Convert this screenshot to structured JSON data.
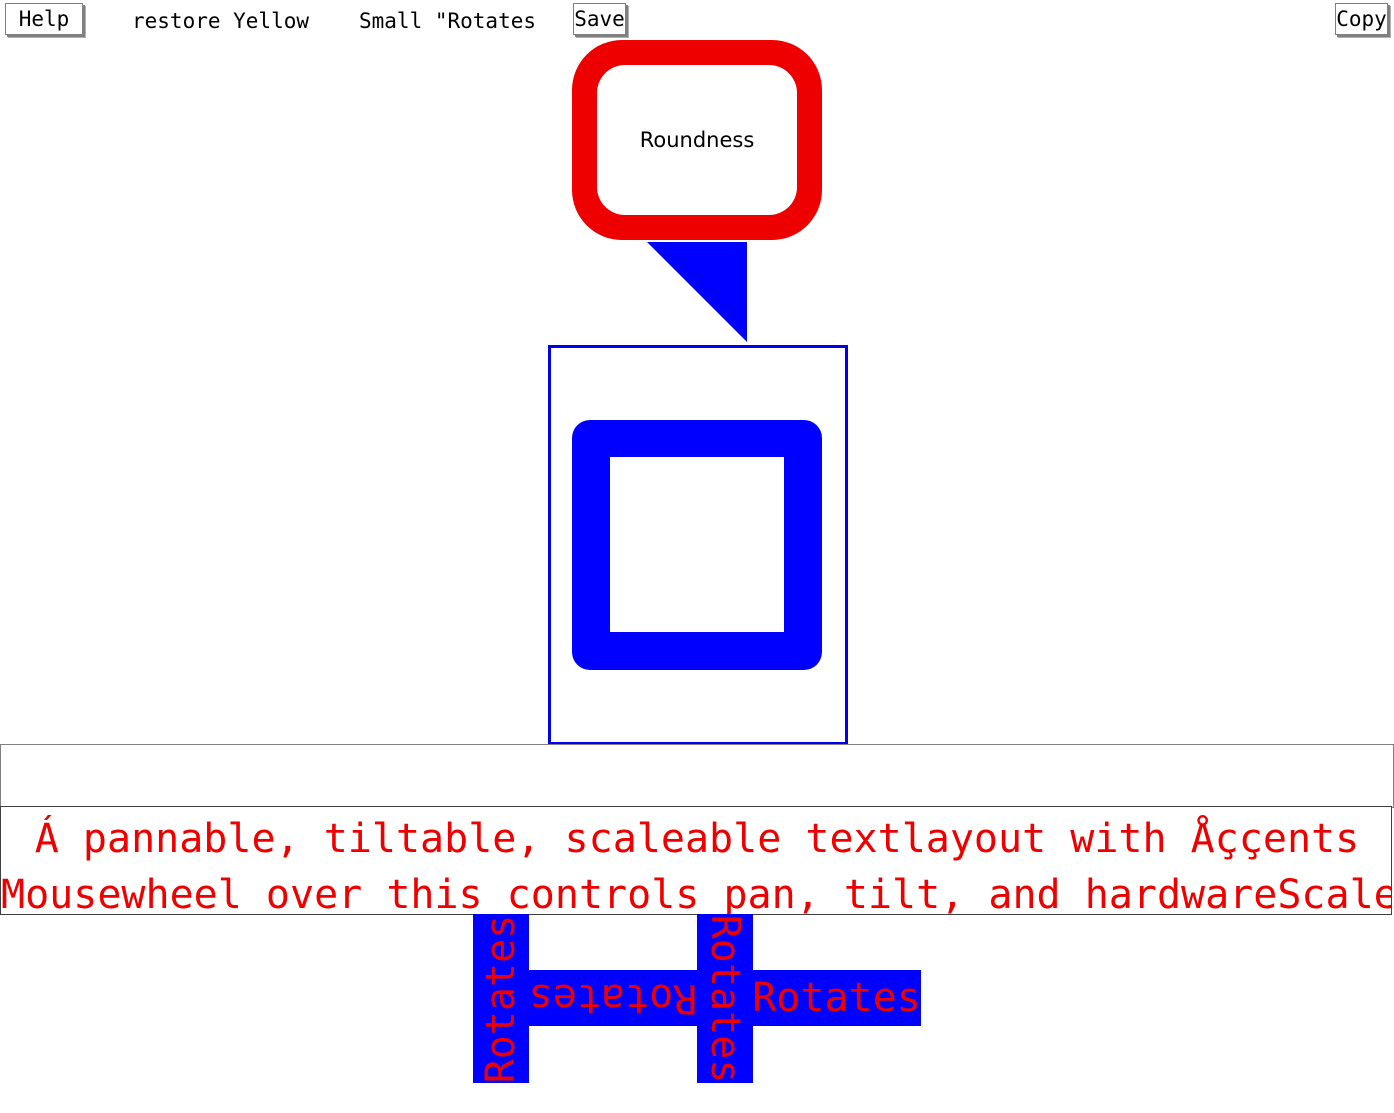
{
  "toolbar": {
    "help_label": "Help",
    "restore_label": "restore Yellow",
    "small_label": "Small \"Rotates",
    "save_label": "Save",
    "copy_label": "Copy"
  },
  "round_rect": {
    "label": "Roundness",
    "border_color": "#ee0000",
    "fill_color": "#ffffff"
  },
  "triangle": {
    "color": "#0000ff"
  },
  "square_frame": {
    "color": "#0000ff"
  },
  "text_field": {
    "value": "",
    "placeholder": ""
  },
  "text_layout": {
    "line1": "Á pannable, tiltable, scaleable textlayout with Åççents",
    "line2": "Mousewheel over this controls pan, tilt, and hardwareScale",
    "text_color": "#ee0000"
  },
  "rotated_labels": {
    "up_label": "Rotates",
    "upside_down_label": "Rotates",
    "down_label": "Rotates",
    "normal_label": "Rotates",
    "background": "#0000ff"
  }
}
